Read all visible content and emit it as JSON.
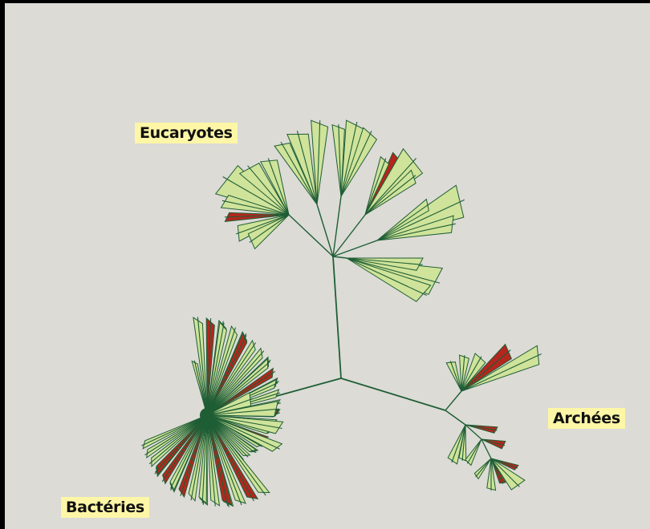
{
  "labels": {
    "eukaryotes": "Eucaryotes",
    "archaea": "Archées",
    "bacteria": "Bactéries"
  },
  "colors": {
    "background": "#dcdbd6",
    "branch": "#1f5e35",
    "clade_fill": "#cfe39a",
    "clade_fill_alt": "#d8e8a6",
    "highlight": "#b5261e",
    "label_bg": "#fdf6a6"
  }
}
